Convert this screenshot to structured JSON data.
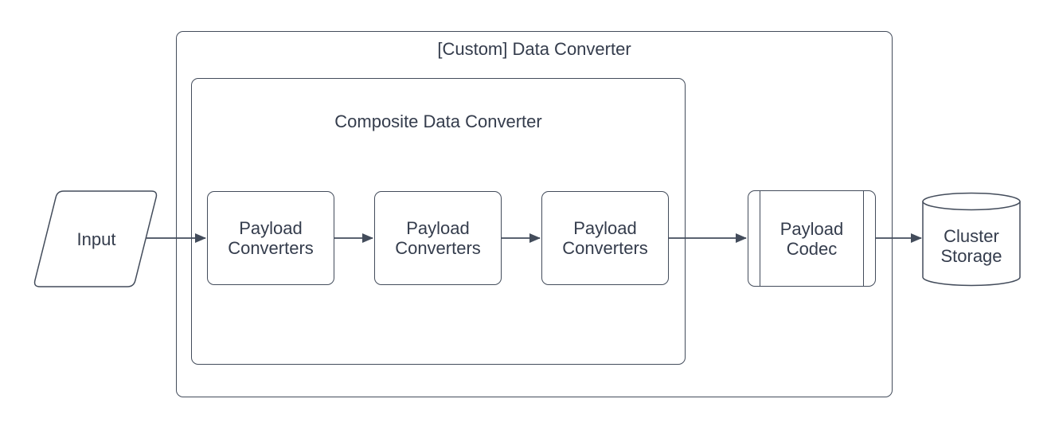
{
  "diagram": {
    "type": "flowchart",
    "outer_container": {
      "title": "[Custom] Data Converter",
      "shape": "rounded-rectangle"
    },
    "inner_container": {
      "title": "Composite Data Converter",
      "shape": "rounded-rectangle"
    },
    "nodes": {
      "input": {
        "label": "Input",
        "shape": "parallelogram"
      },
      "payload_converter_1": {
        "label": "Payload\nConverters",
        "shape": "rounded-rectangle"
      },
      "payload_converter_2": {
        "label": "Payload\nConverters",
        "shape": "rounded-rectangle"
      },
      "payload_converter_3": {
        "label": "Payload\nConverters",
        "shape": "rounded-rectangle"
      },
      "payload_codec": {
        "label": "Payload\nCodec",
        "shape": "predefined-process"
      },
      "cluster_storage": {
        "label": "Cluster\nStorage",
        "shape": "cylinder"
      }
    },
    "edges": [
      "Input -> Payload Converters (1)",
      "Payload Converters (1) -> Payload Converters (2)",
      "Payload Converters (2) -> Payload Converters (3)",
      "Payload Converters (3) -> Payload Codec",
      "Payload Codec -> Cluster Storage"
    ],
    "colors": {
      "stroke": "#434c5b",
      "text": "#343c4c",
      "background": "#ffffff",
      "fill": "#ffffff"
    }
  }
}
